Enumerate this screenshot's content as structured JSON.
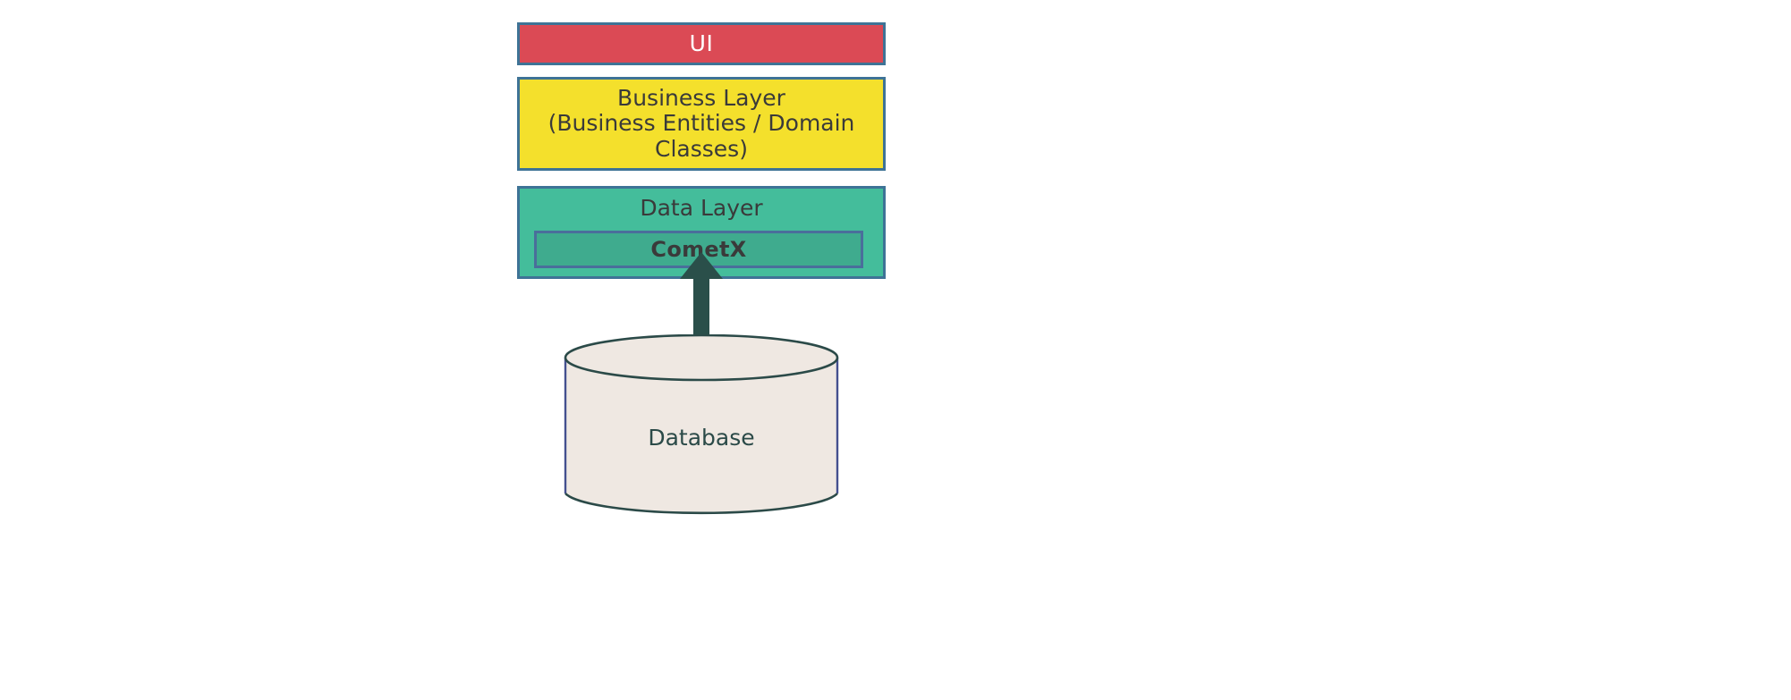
{
  "diagram": {
    "type": "layered-architecture",
    "background_color": "#FFFFFF",
    "layers": [
      {
        "id": "ui",
        "label": "UI",
        "fill": "#DB4A55",
        "stroke": "#3E7396",
        "text_color": "#FFFFFF"
      },
      {
        "id": "business",
        "label": "Business Layer\n(Business Entities / Domain Classes)",
        "line1": "Business Layer",
        "line2": "(Business Entities / Domain",
        "line3": "Classes)",
        "fill": "#F4E02C",
        "stroke": "#3E7396",
        "text_color": "#3A3A3A"
      },
      {
        "id": "data",
        "label": "Data Layer",
        "fill": "#44BD9B",
        "stroke": "#3E7396",
        "text_color": "#3A3A3A",
        "component": {
          "id": "cometx",
          "label": "CometX",
          "fill": "#3FAB8E",
          "stroke": "#4A6E9B",
          "text_color": "#3A3A3A"
        }
      }
    ],
    "connector": {
      "id": "data-flow",
      "shape": "double-headed-arrow",
      "direction": "bidirectional",
      "color": "#2A4F4A",
      "from": "CometX",
      "to": "Database"
    },
    "store": {
      "id": "database",
      "label": "Database",
      "shape": "cylinder",
      "fill": "#EFE8E2",
      "stroke": "#2B4A48",
      "side_stroke": "#44508F",
      "text_color": "#2B4A48"
    }
  }
}
